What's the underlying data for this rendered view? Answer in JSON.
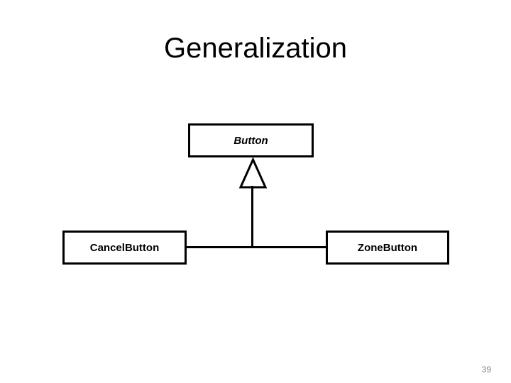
{
  "slide": {
    "title": "Generalization",
    "page_number": "39",
    "background_color": "#ffffff",
    "text_color": "#000000",
    "page_number_color": "#808080"
  },
  "diagram": {
    "type": "uml-class-diagram",
    "relationship": "generalization",
    "line_color": "#000000",
    "fill_color": "#ffffff",
    "classes": [
      {
        "id": "button",
        "name": "Button",
        "role": "superclass",
        "abstract": true,
        "style": "bold-italic"
      },
      {
        "id": "cancel-button",
        "name": "CancelButton",
        "role": "subclass",
        "abstract": false,
        "style": "bold"
      },
      {
        "id": "zone-button",
        "name": "ZoneButton",
        "role": "subclass",
        "abstract": false,
        "style": "bold"
      }
    ],
    "connectors": [
      {
        "id": "generalization-arrow",
        "from": [
          "cancel-button",
          "zone-button"
        ],
        "to": "button",
        "arrowhead": "hollow-triangle"
      }
    ]
  }
}
